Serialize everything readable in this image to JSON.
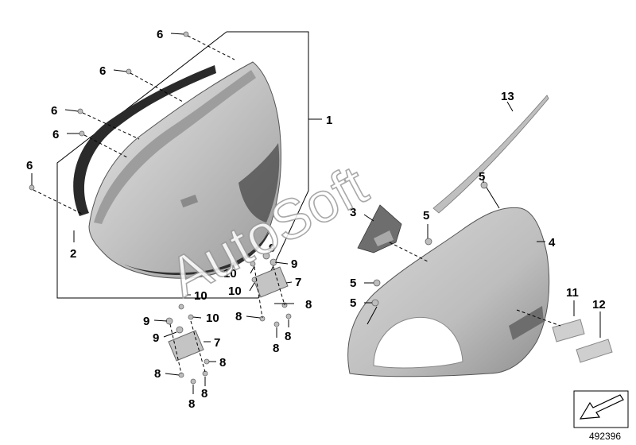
{
  "diagram": {
    "watermark": "AutoSoft",
    "document_number": "492396",
    "callouts": {
      "c1": "1",
      "c2": "2",
      "c3": "3",
      "c4": "4",
      "c5": "5",
      "c6": "6",
      "c7": "7",
      "c8": "8",
      "c9": "9",
      "c10": "10",
      "c11": "11",
      "c12": "12",
      "c13": "13"
    },
    "part_colors": {
      "body": "#c9c9c9",
      "shade": "#8e8e8e",
      "dark": "#3a3a3a",
      "small": "#bdbdbd"
    }
  }
}
